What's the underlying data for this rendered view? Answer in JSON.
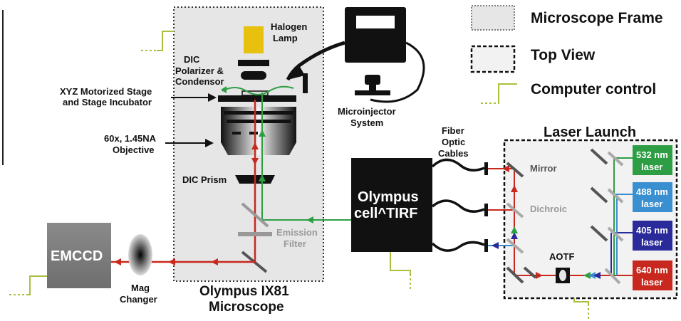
{
  "legend": {
    "frame": "Microscope Frame",
    "top_view": "Top View",
    "computer": "Computer control"
  },
  "microscope": {
    "halogen_1": "Halogen",
    "halogen_2": "Lamp",
    "dic_pol_1": "DIC",
    "dic_pol_2": "Polarizer &",
    "dic_pol_3": "Condensor",
    "stage_1": "XYZ Motorized Stage",
    "stage_2": "and Stage Incubator",
    "obj_1": "60x, 1.45NA",
    "obj_2": "Objective",
    "dic_prism": "DIC Prism",
    "emission_1": "Emission",
    "emission_2": "Filter",
    "name_1": "Olympus IX81",
    "name_2": "Microscope"
  },
  "microinjector": {
    "l1": "Microinjector",
    "l2": "System"
  },
  "emccd": "EMCCD",
  "mag_changer": {
    "l1": "Mag",
    "l2": "Changer"
  },
  "fiber": {
    "l1": "Fiber",
    "l2": "Optic",
    "l3": "Cables"
  },
  "tirf": {
    "l1": "Olympus",
    "l2": "cell^TIRF"
  },
  "laser_launch": {
    "title": "Laser Launch",
    "mirror": "Mirror",
    "dichroic": "Dichroic",
    "aotf": "AOTF"
  },
  "lasers": [
    {
      "nm": "532 nm",
      "word": "laser",
      "color": "#2e9e44"
    },
    {
      "nm": "488 nm",
      "word": "laser",
      "color": "#3a8fd0"
    },
    {
      "nm": "405 nm",
      "word": "laser",
      "color": "#2a2a9a"
    },
    {
      "nm": "640 nm",
      "word": "laser",
      "color": "#c8281e"
    }
  ],
  "colors": {
    "red_beam": "#c8281e",
    "green_beam": "#2e9e44",
    "blue_beam": "#3a8fd0",
    "violet_beam": "#2a2a9a",
    "computer_line": "#a8c040",
    "frame_fill": "#e6e6e6",
    "lamp": "#e8c10e"
  }
}
